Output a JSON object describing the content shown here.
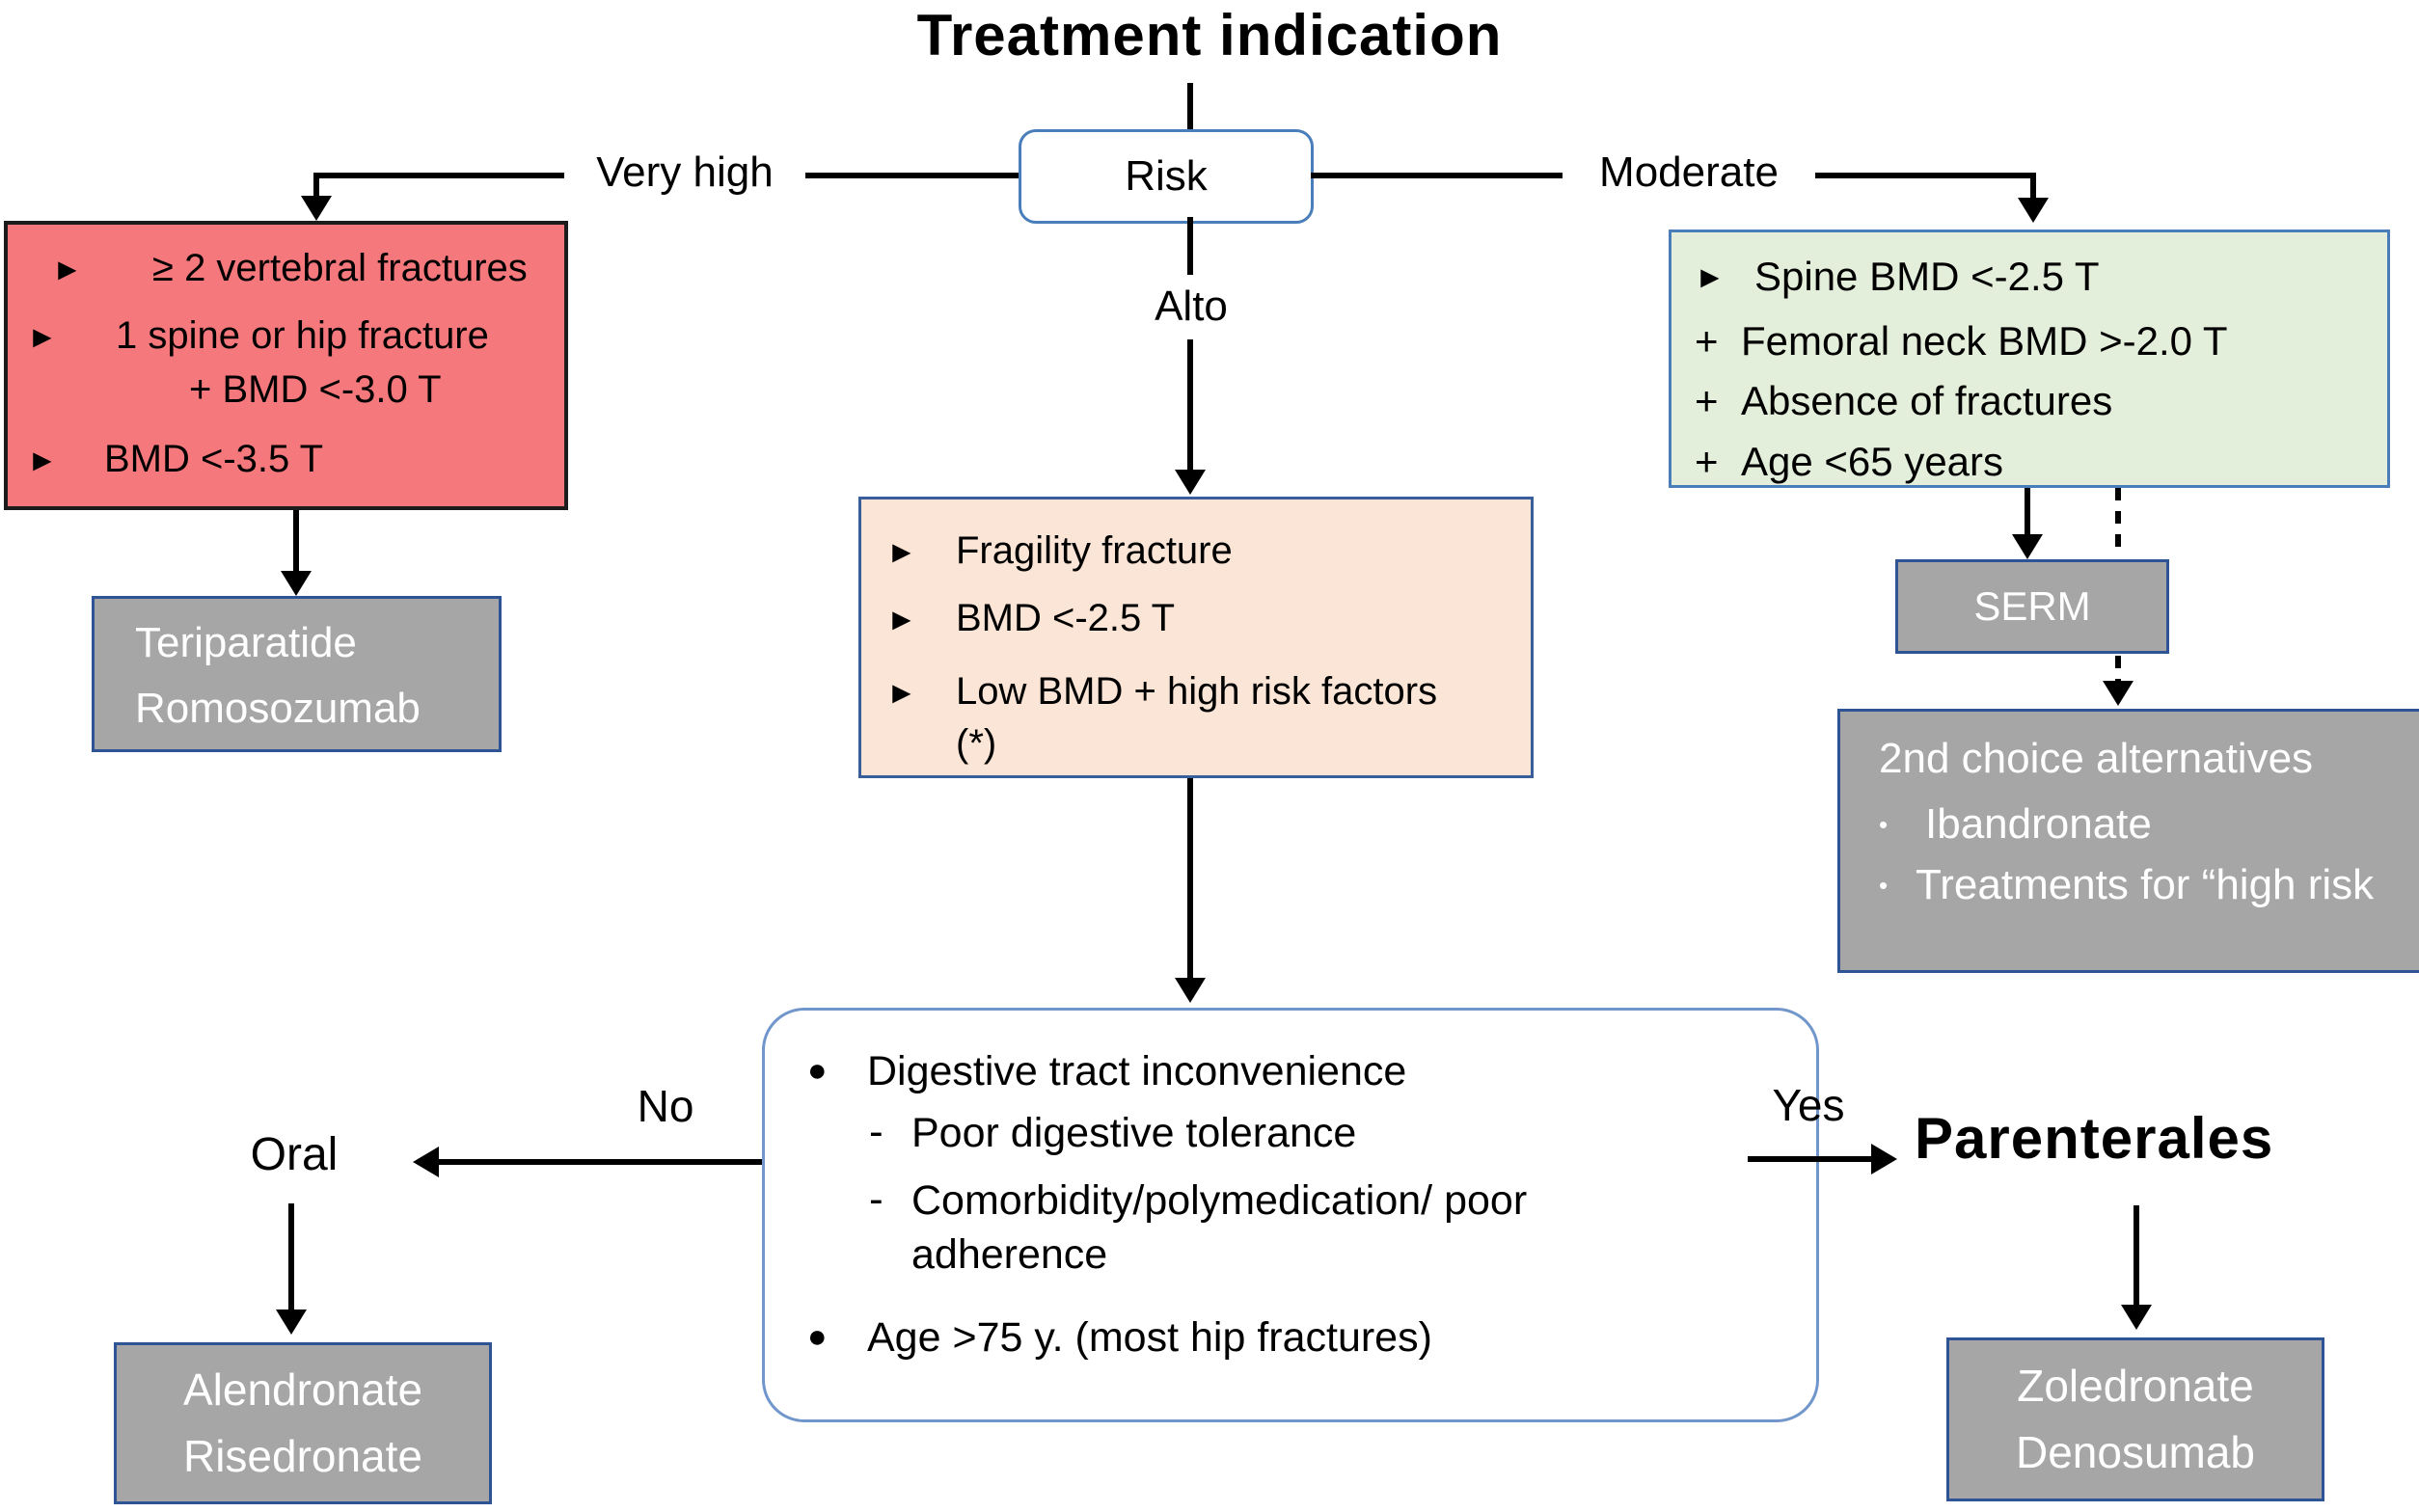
{
  "title": {
    "text": "Treatment indication"
  },
  "risk_node": {
    "label": "Risk"
  },
  "branches": {
    "very_high": "Very high",
    "moderate": "Moderate",
    "alto": "Alto",
    "no": "No",
    "yes": "Yes",
    "oral": "Oral",
    "parenterales": "Parenterales"
  },
  "very_high_box": {
    "items": [
      {
        "marker": "►",
        "text": "≥ 2 vertebral fractures"
      },
      {
        "marker": "►",
        "text": "1 spine or hip fracture"
      },
      {
        "marker": "",
        "text": "+ BMD <-3.0 T"
      },
      {
        "marker": "►",
        "text": "BMD <-3.5 T"
      }
    ]
  },
  "teriparatide_box": {
    "line1": "Teriparatide",
    "line2": "Romosozumab"
  },
  "alto_box": {
    "items": [
      {
        "marker": "►",
        "text": "Fragility fracture"
      },
      {
        "marker": "►",
        "text": "BMD <-2.5 T"
      },
      {
        "marker": "►",
        "text": "Low BMD + high risk factors (*)"
      }
    ]
  },
  "moderate_box": {
    "items": [
      {
        "marker": "►",
        "text": "Spine BMD <-2.5 T"
      },
      {
        "marker": "+",
        "text": "Femoral neck BMD >-2.0 T"
      },
      {
        "marker": "+",
        "text": "Absence of fractures"
      },
      {
        "marker": "+",
        "text": "Age <65 years"
      }
    ]
  },
  "serm_box": {
    "label": "SERM"
  },
  "second_choice_box": {
    "title": "2nd choice alternatives",
    "items": [
      {
        "marker": "•",
        "text": "Ibandronate"
      },
      {
        "marker": "•",
        "text": "Treatments for “high risk"
      }
    ]
  },
  "decision_box": {
    "items": [
      {
        "marker": "●",
        "text": "Digestive tract inconvenience",
        "level": 0
      },
      {
        "marker": "-",
        "text": "Poor digestive tolerance",
        "level": 1
      },
      {
        "marker": "-",
        "text": "Comorbidity/polymedication/ poor adherence",
        "level": 1
      },
      {
        "marker": "●",
        "text": "Age >75 y. (most hip fractures)",
        "level": 0
      }
    ]
  },
  "oral_box": {
    "line1": "Alendronate",
    "line2": "Risedronate"
  },
  "parenteral_box": {
    "line1": "Zoledronate",
    "line2": "Denosumab"
  },
  "colors": {
    "very_high_fill": "#f5797c",
    "alto_fill": "#fbe5d6",
    "moderate_fill": "#e4efdb",
    "drug_fill": "#a6a6a6",
    "drug_border": "#2f5496",
    "node_border": "#4a7ebb",
    "decision_border": "#7096cc",
    "line": "#000000",
    "text_on_drug": "#ffffff"
  }
}
